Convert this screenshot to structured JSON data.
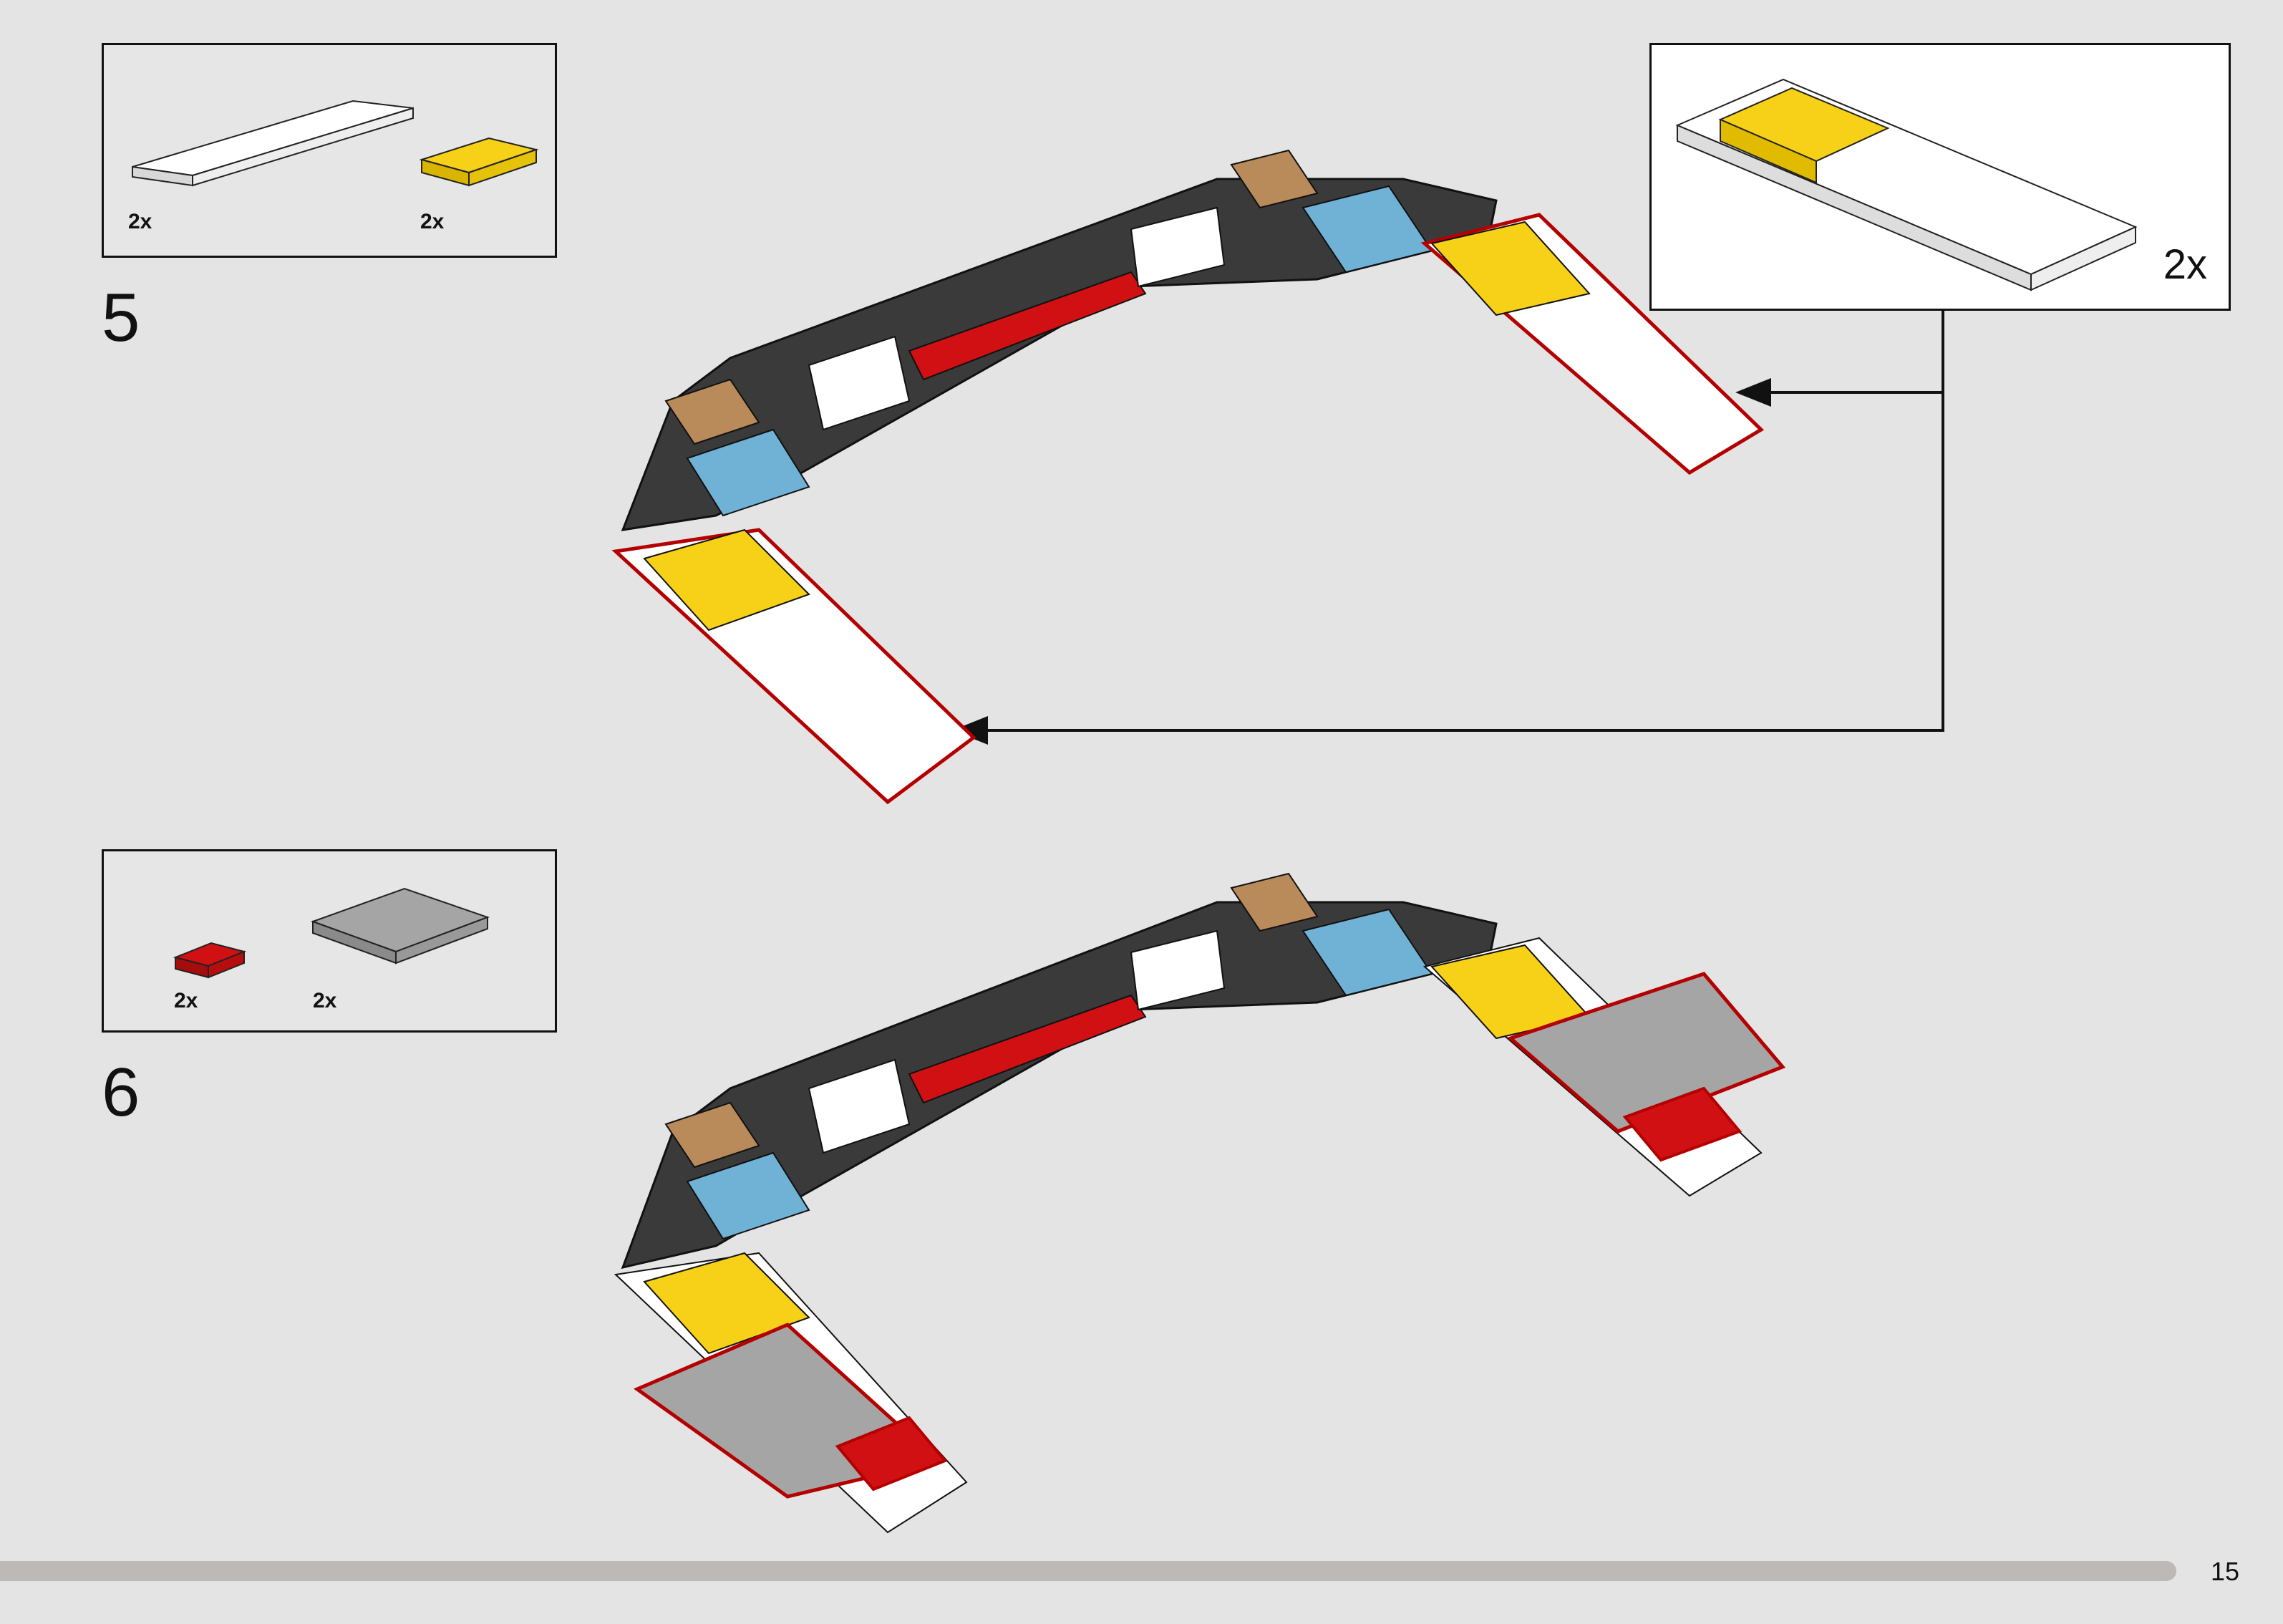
{
  "steps": [
    {
      "number": "5",
      "parts": [
        {
          "name": "white-plate-2x8",
          "color": "#ffffff",
          "qty": "2x"
        },
        {
          "name": "yellow-plate-2x3",
          "color": "#f7d117",
          "qty": "2x"
        }
      ],
      "callout": {
        "part": "yellow-white-subassembly",
        "qty": "2x"
      }
    },
    {
      "number": "6",
      "parts": [
        {
          "name": "red-plate-1x2",
          "color": "#c91a09",
          "qty": "2x"
        },
        {
          "name": "gray-tile-4x4",
          "color": "#a0a0a0",
          "qty": "2x"
        }
      ]
    }
  ],
  "colors": {
    "background": "#e4e4e4",
    "highlight_outline": "#b40000",
    "dark_gray": "#3a3a3a",
    "red": "#d01012",
    "blue": "#6fb2d6",
    "tan": "#b98a5a",
    "yellow": "#f7d117",
    "gray": "#a5a5a5"
  },
  "page": {
    "number": "15",
    "progress_percent": 95
  }
}
